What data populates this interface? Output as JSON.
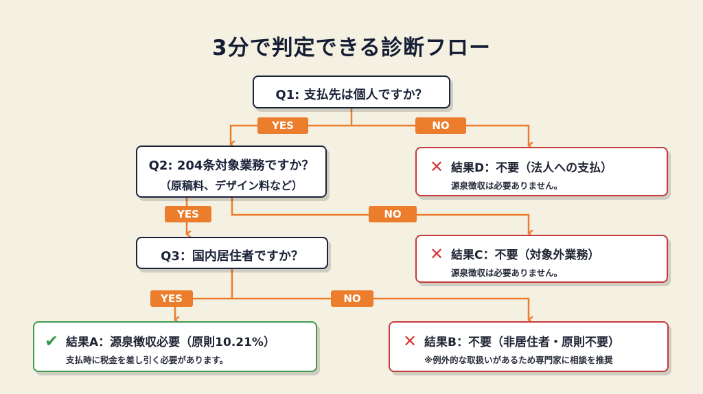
{
  "title": "3分で判定できる診断フロー",
  "colors": {
    "background": "#f4f0e2",
    "connector": "#ec7d2c",
    "question_border": "#1a2238",
    "negative_border": "#c53a3a",
    "positive_border": "#3d9a4e"
  },
  "questions": {
    "q1": {
      "line1": "Q1: 支払先は個人ですか？"
    },
    "q2": {
      "line1": "Q2: 204条対象業務ですか？",
      "line2": "（原稿料、デザイン料など）"
    },
    "q3": {
      "line1": "Q3：国内居住者ですか？"
    }
  },
  "branches": {
    "q1_yes": "YES",
    "q1_no": "NO",
    "q2_yes": "YES",
    "q2_no": "NO",
    "q3_yes": "YES",
    "q3_no": "NO"
  },
  "results": {
    "a": {
      "icon": "check-icon",
      "title": "結果A：源泉徴収必要（原則10.21%）",
      "desc": "支払時に税金を差し引く必要があります。"
    },
    "b": {
      "icon": "x-icon",
      "title": "結果B：不要（非居住者・原則不要）",
      "desc": "※例外的な取扱いがあるため専門家に相談を推奨"
    },
    "c": {
      "icon": "x-icon",
      "title": "結果C：不要（対象外業務）",
      "desc": "源泉徴収は必要ありません。"
    },
    "d": {
      "icon": "x-icon",
      "title": "結果D：不要（法人への支払）",
      "desc": "源泉徴収は必要ありません。"
    }
  }
}
